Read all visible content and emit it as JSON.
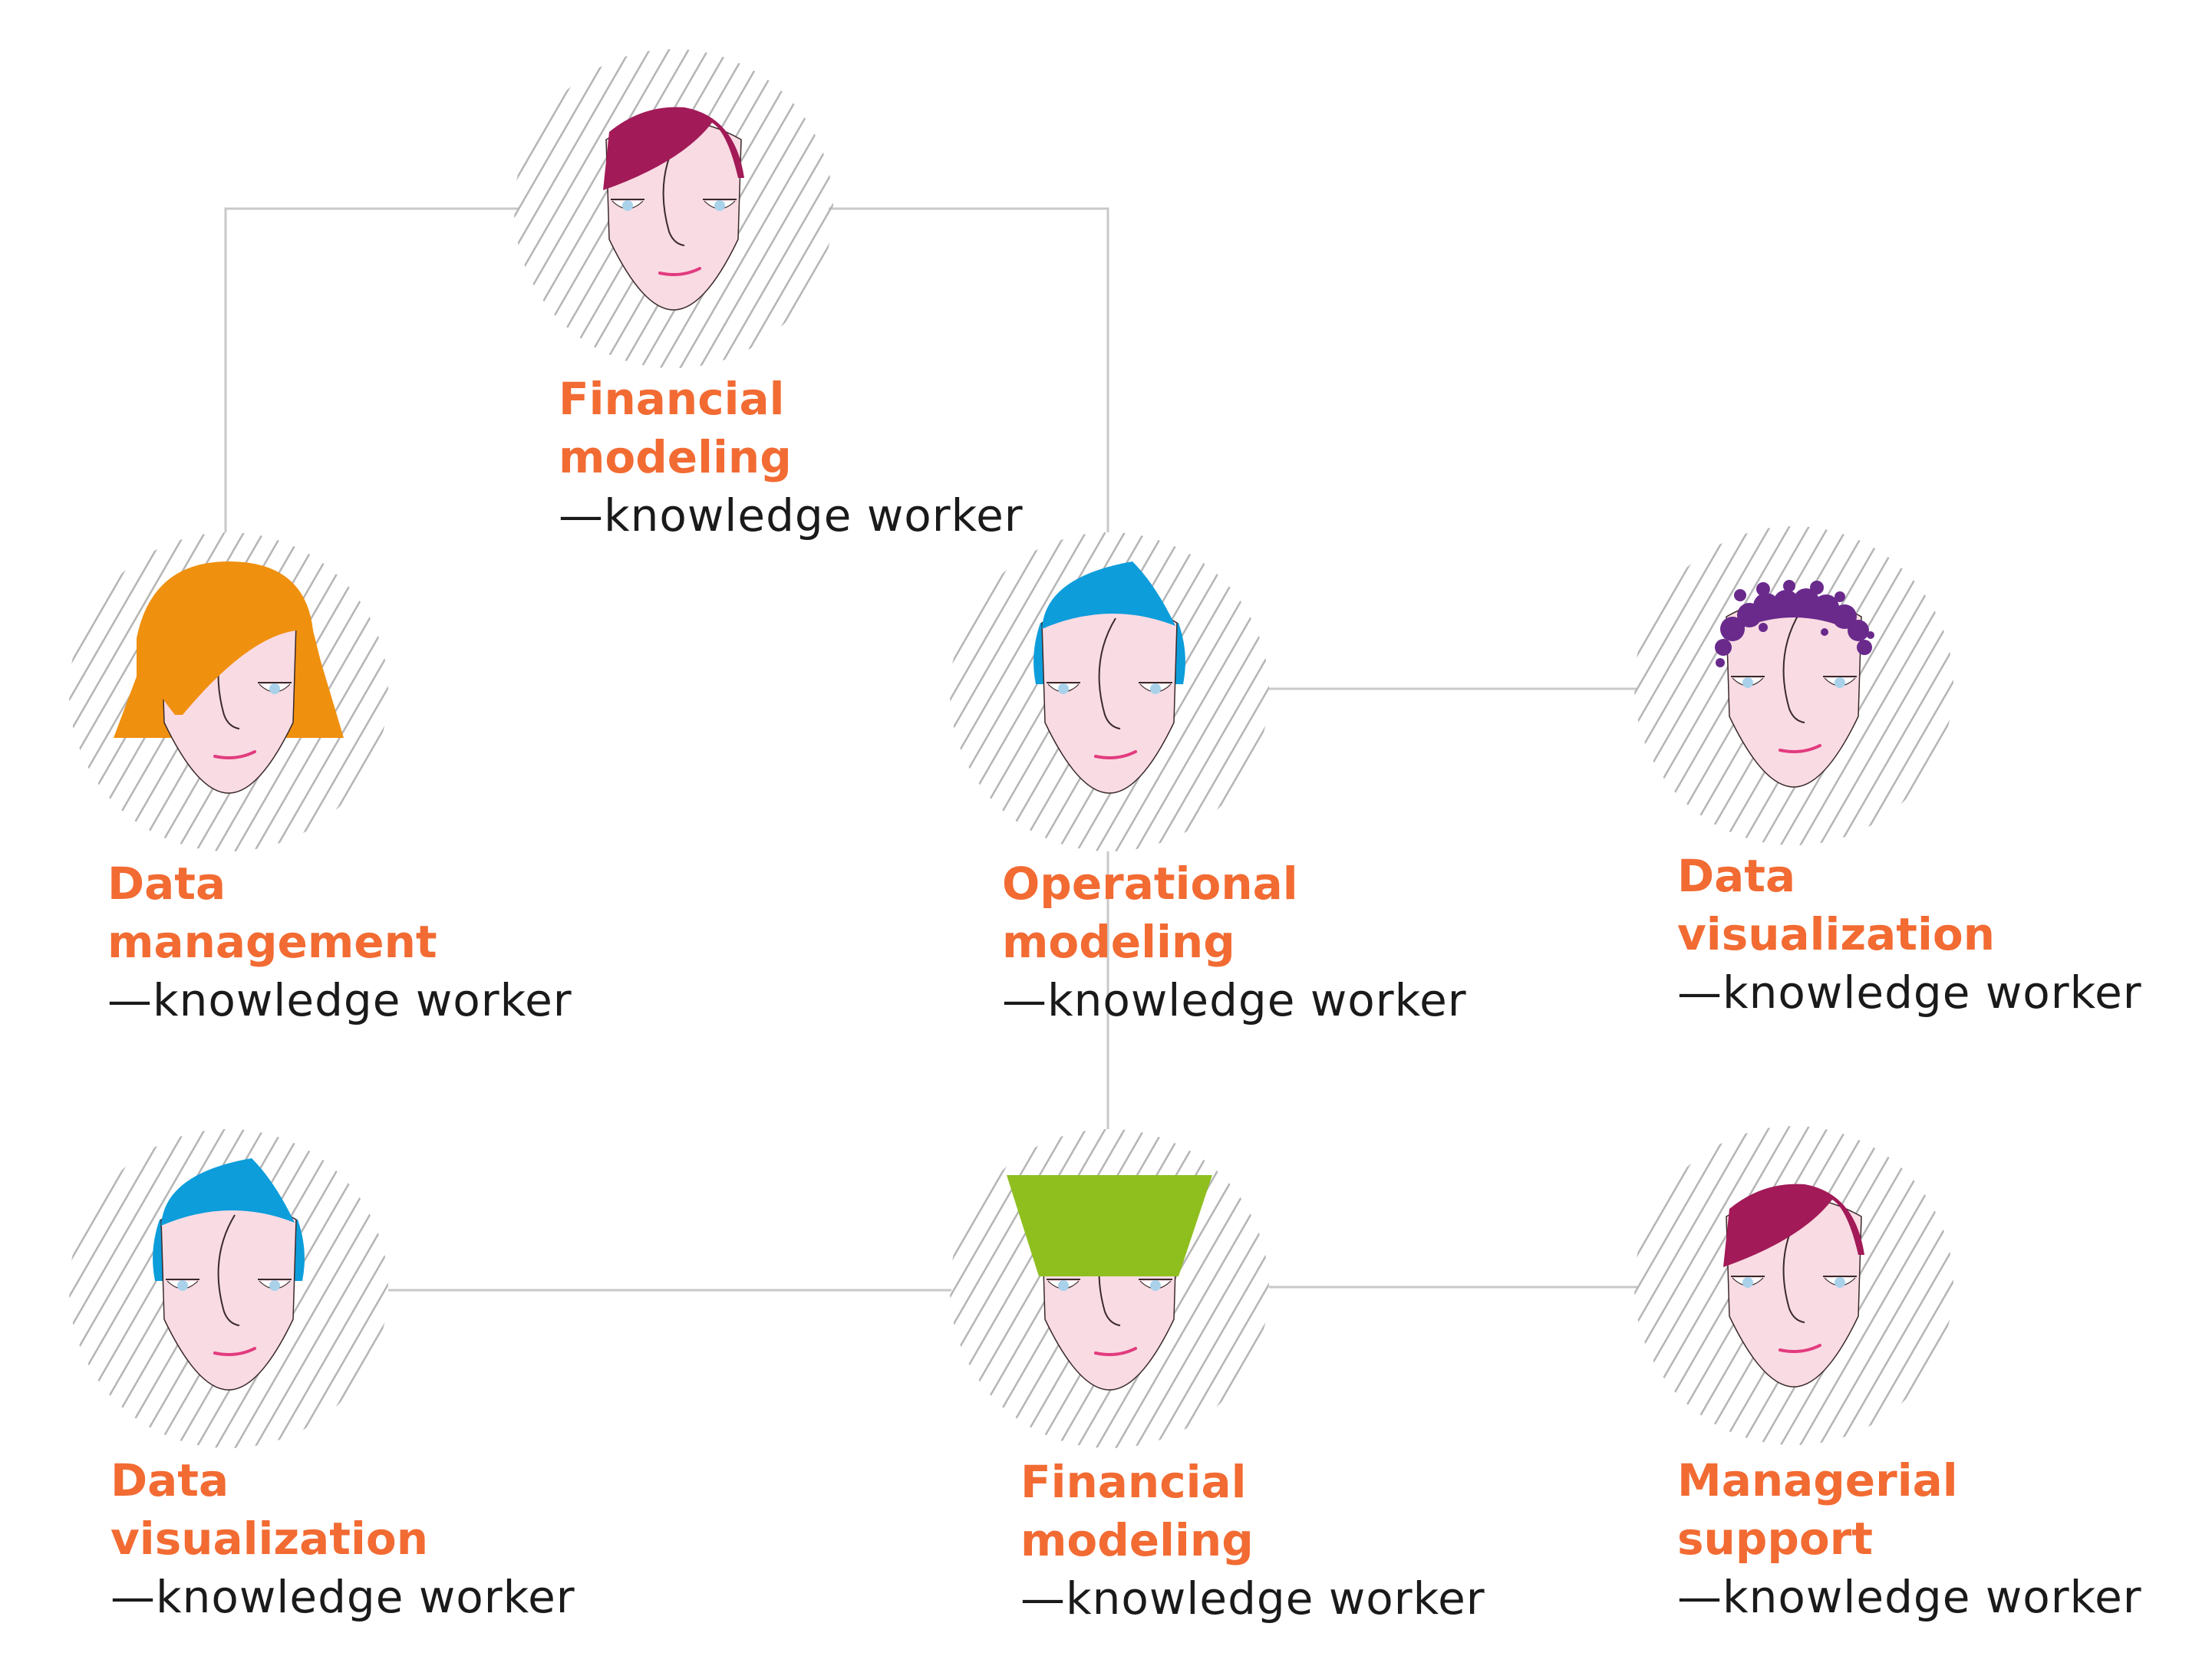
{
  "diagram": {
    "colors": {
      "title": "#f26b33",
      "subtitle": "#1a1a1a",
      "connector": "#c8c8c8",
      "hatch": "#b5b5b5",
      "skin": "#f9dbe3",
      "eye_iris": "#a9d2ea",
      "mouth": "#e23b7e"
    },
    "nodes": [
      {
        "id": "fin-top",
        "line1": "Financial",
        "line2": "modeling",
        "role": "—knowledge worker",
        "hair": "side-part",
        "hair_color": "#a21a58",
        "hair_name": "magenta"
      },
      {
        "id": "data-mgmt",
        "line1": "Data",
        "line2": "management",
        "role": "—knowledge worker",
        "hair": "bob",
        "hair_color": "#f0900f",
        "hair_name": "orange"
      },
      {
        "id": "ops",
        "line1": "Operational",
        "line2": "modeling",
        "role": "—knowledge worker",
        "hair": "quiff",
        "hair_color": "#0d9ddb",
        "hair_name": "blue"
      },
      {
        "id": "dataviz-r",
        "line1": "Data",
        "line2": "visualization",
        "role": "—knowledge worker",
        "hair": "curly",
        "hair_color": "#6a2a8c",
        "hair_name": "purple"
      },
      {
        "id": "dataviz-l",
        "line1": "Data",
        "line2": "visualization",
        "role": "—knowledge worker",
        "hair": "quiff",
        "hair_color": "#0d9ddb",
        "hair_name": "blue"
      },
      {
        "id": "fin-bot",
        "line1": "Financial",
        "line2": "modeling",
        "role": "—knowledge worker",
        "hair": "tall-hat",
        "hair_color": "#8fbf1f",
        "hair_name": "green"
      },
      {
        "id": "mgr",
        "line1": "Managerial",
        "line2": "support",
        "role": "—knowledge worker",
        "hair": "side-part",
        "hair_color": "#a21a58",
        "hair_name": "magenta"
      }
    ],
    "edges": [
      {
        "from": "fin-top",
        "to": "data-mgmt"
      },
      {
        "from": "fin-top",
        "to": "ops"
      },
      {
        "from": "ops",
        "to": "dataviz-r"
      },
      {
        "from": "ops",
        "to": "fin-bot"
      },
      {
        "from": "dataviz-l",
        "to": "fin-bot"
      },
      {
        "from": "fin-bot",
        "to": "mgr"
      }
    ]
  }
}
